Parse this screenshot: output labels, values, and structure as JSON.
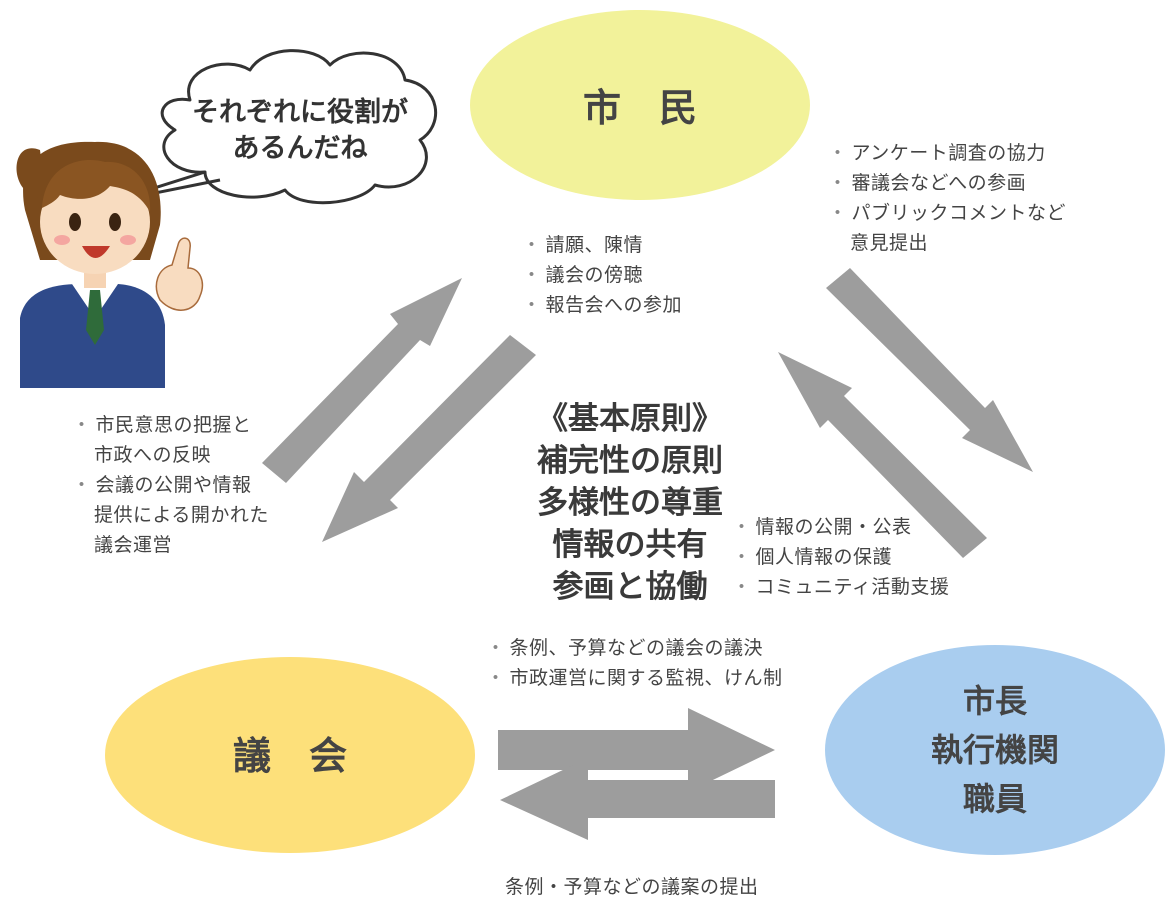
{
  "nodes": {
    "citizens": {
      "label": "市　民",
      "fill": "#f2f29a"
    },
    "assembly": {
      "label": "議　会",
      "fill": "#fde07a"
    },
    "executive": {
      "lines": [
        "市長",
        "執行機関",
        "職員"
      ],
      "fill": "#a9cdef"
    }
  },
  "speech_bubble": {
    "lines": [
      "それぞれに役割が",
      "あるんだね"
    ]
  },
  "principles": {
    "heading": "《基本原則》",
    "items": [
      "補完性の原則",
      "多様性の尊重",
      "情報の共有",
      "参画と協働"
    ]
  },
  "notes": {
    "citizens_to_assembly": [
      "請願、陳情",
      "議会の傍聴",
      "報告会への参加"
    ],
    "assembly_to_citizens": [
      "市民意思の把握と",
      "市政への反映",
      "会議の公開や情報",
      "提供による開かれた",
      "議会運営"
    ],
    "citizens_to_executive": [
      "アンケート調査の協力",
      "審議会などへの参画",
      "パブリックコメントなど",
      "意見提出"
    ],
    "executive_to_citizens": [
      "情報の公開・公表",
      "個人情報の保護",
      "コミュニティ活動支援"
    ],
    "assembly_to_executive": [
      "条例、予算などの議会の議決",
      "市政運営に関する監視、けん制"
    ],
    "executive_to_assembly": "条例・予算などの議案の提出"
  },
  "colors": {
    "arrow": "#9d9d9d",
    "text": "#444444"
  }
}
